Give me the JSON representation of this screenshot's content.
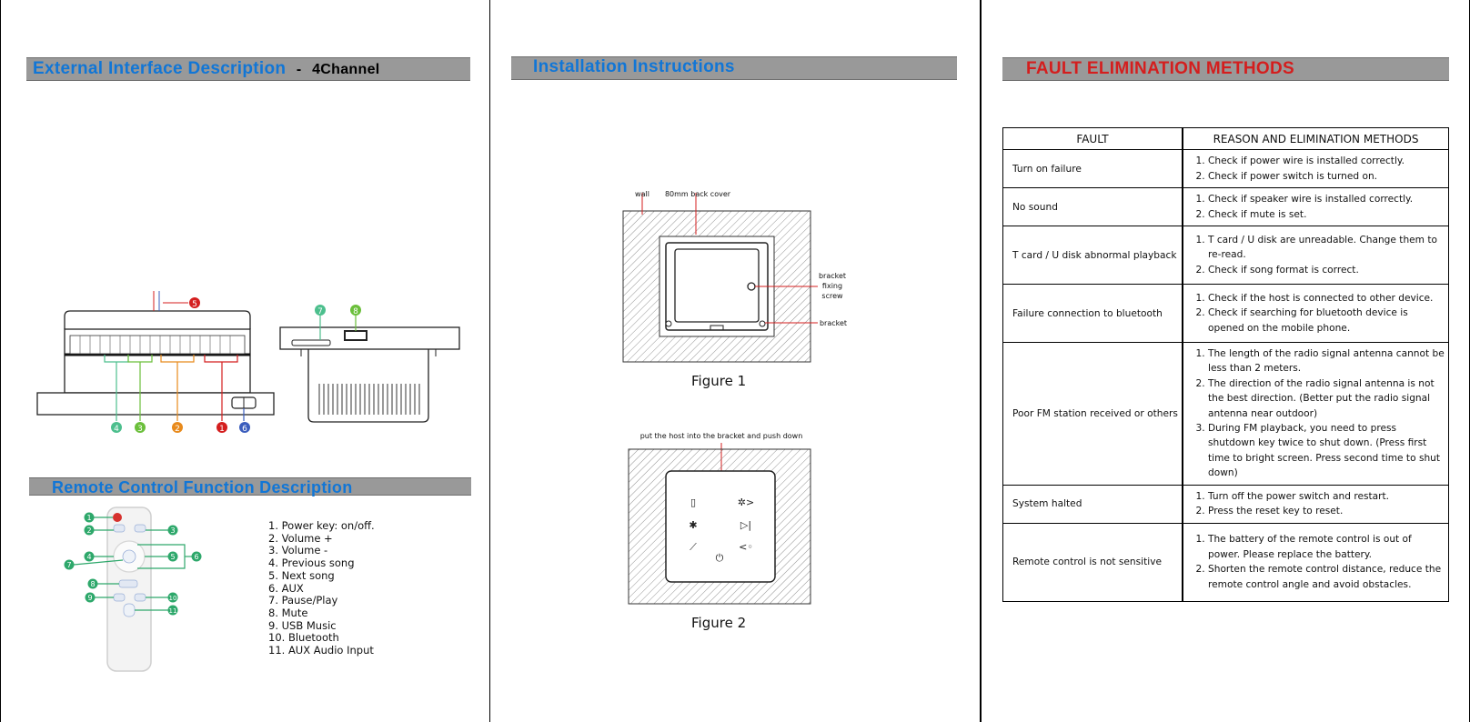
{
  "panel1": {
    "title": "External Interface Description",
    "title_separator": "-",
    "title_suffix": "4Channel",
    "interface_callouts": [
      "1",
      "2",
      "3",
      "4",
      "5",
      "6",
      "7",
      "8"
    ],
    "remote_title": "Remote Control Function Description",
    "remote_callouts": [
      "1",
      "2",
      "3",
      "4",
      "5",
      "6",
      "7",
      "8",
      "9",
      "10",
      "11"
    ],
    "remote_functions": [
      "1. Power key: on/off.",
      "2. Volume +",
      "3. Volume -",
      "4. Previous song",
      "5. Next song",
      "6. AUX",
      "7. Pause/Play",
      "8. Mute",
      "9. USB Music",
      "10. Bluetooth",
      "11. AUX Audio Input"
    ]
  },
  "panel2": {
    "title": "Installation Instructions",
    "figure1": {
      "label_wall": "wall",
      "label_back_cover": "80mm back cover",
      "label_bracket_fixing": "bracket",
      "label_bracket_fixing_2": "fixing",
      "label_bracket_fixing_3": "screw",
      "label_bracket": "bracket",
      "caption": "Figure 1"
    },
    "figure2": {
      "instruction": "put the host into the bracket and push down",
      "caption": "Figure 2"
    }
  },
  "panel3": {
    "title": "FAULT ELIMINATION METHODS",
    "table_headers": [
      "FAULT",
      "REASON AND ELIMINATION METHODS"
    ],
    "rows": [
      {
        "fault": "Turn on failure",
        "methods": [
          "Check if power wire is installed correctly.",
          "Check if power switch is turned on."
        ]
      },
      {
        "fault": "No sound",
        "methods": [
          "Check if speaker wire is installed correctly.",
          "Check if mute is set."
        ]
      },
      {
        "fault": "T card / U disk abnormal playback",
        "methods": [
          "T card / U disk are unreadable. Change them to re-read.",
          "Check if song format is correct."
        ]
      },
      {
        "fault": "Failure connection to bluetooth",
        "methods": [
          "Check if the host is connected to other device.",
          "Check if searching for bluetooth device is opened on the mobile phone."
        ]
      },
      {
        "fault": "Poor FM station received or others",
        "methods": [
          "The length of the radio signal antenna cannot be less than 2 meters.",
          "The direction of the radio signal antenna is not the best direction. (Better put the radio signal antenna near outdoor)",
          "During FM playback, you need to press shutdown key twice to shut down. (Press first time to bright screen. Press second time to shut down)"
        ]
      },
      {
        "fault": "System halted",
        "methods": [
          "Turn off the power switch and restart.",
          "Press the reset key to reset."
        ]
      },
      {
        "fault": "Remote control is not sensitive",
        "methods": [
          "The battery of the remote control is out of power. Please replace the battery.",
          "Shorten the remote control distance, reduce the remote control angle and avoid obstacles."
        ]
      }
    ]
  },
  "colors": {
    "title_blue": "#1176d6",
    "title_red": "#d41e1e",
    "bar_gray": "#999999"
  }
}
